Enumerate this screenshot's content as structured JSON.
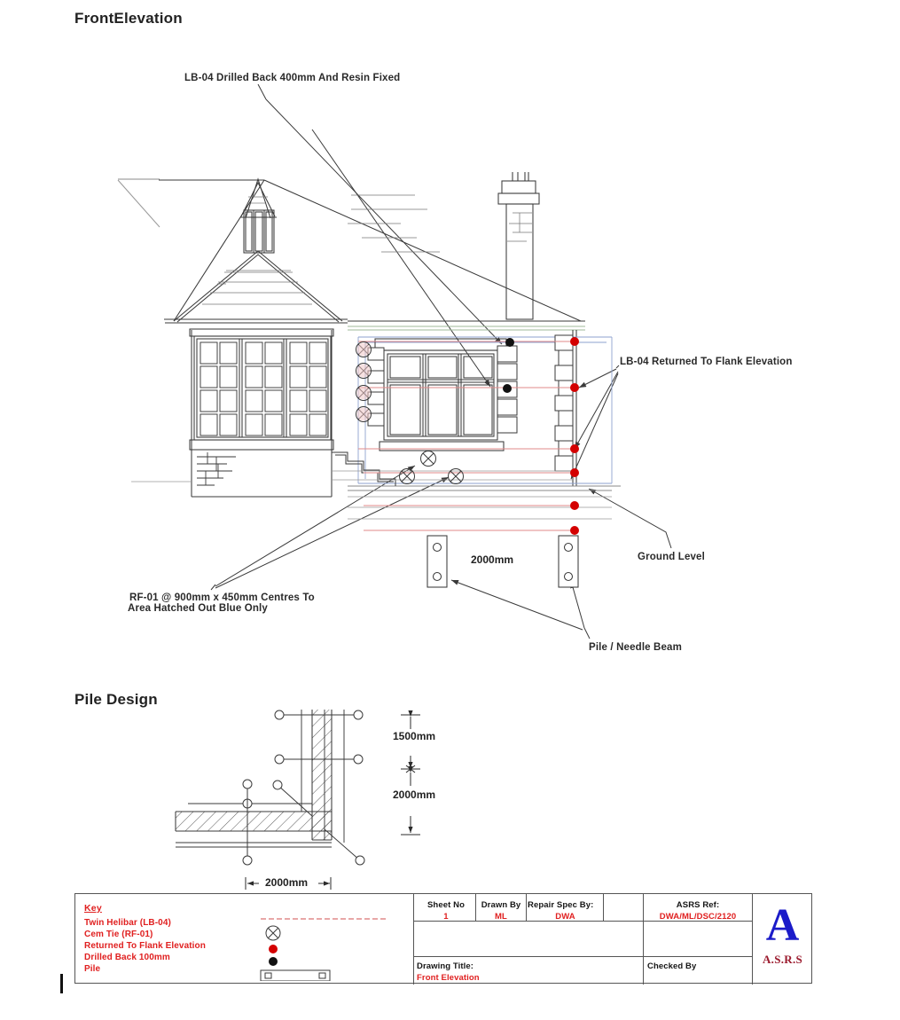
{
  "sections": {
    "front_elevation_title": "FrontElevation",
    "pile_design_title": "Pile Design"
  },
  "annotations": {
    "lb04_drilled": "LB-04 Drilled Back 400mm And Resin Fixed",
    "lb04_returned": "LB-04 Returned To Flank Elevation",
    "ground_level": "Ground Level",
    "pile_needle_beam": "Pile / Needle Beam",
    "rf01_centres_line1": "RF-01 @ 900mm x 450mm Centres To",
    "rf01_centres_line2": "Area Hatched Out Blue Only",
    "elevation_span_dim": "2000mm"
  },
  "pile_design": {
    "dim_upper": "1500mm",
    "dim_lower": "2000mm",
    "dim_width": "2000mm"
  },
  "key": {
    "title": "Key",
    "items": [
      {
        "label": "Twin Helibar (LB-04)",
        "symbol": "red-dashed-line"
      },
      {
        "label": "Cem Tie (RF-01)",
        "symbol": "crossed-circle"
      },
      {
        "label": "Returned To Flank Elevation",
        "symbol": "red-dot"
      },
      {
        "label": "Drilled Back 100mm",
        "symbol": "black-dot"
      },
      {
        "label": "Pile",
        "symbol": "pile-rectangle"
      }
    ]
  },
  "titleblock": {
    "sheet_no_label": "Sheet No",
    "sheet_no_value": "1",
    "drawn_by_label": "Drawn By",
    "drawn_by_value": "ML",
    "repair_spec_by_label": "Repair Spec By:",
    "repair_spec_by_value": "DWA",
    "asrs_ref_label": "ASRS Ref:",
    "asrs_ref_value": "DWA/ML/DSC/2120",
    "drawing_title_label": "Drawing Title:",
    "drawing_title_value": "Front Elevation",
    "checked_by_label": "Checked By",
    "checked_by_value": "",
    "logo_letter": "A",
    "logo_text": "A.S.R.S"
  },
  "colors": {
    "marker_red": "#d40000",
    "text_red": "#e02020",
    "logo_blue": "#1b1bc9",
    "logo_maroon": "#9b1b2e",
    "line_black": "#2b2b2b",
    "line_grey": "#6f6f6f",
    "hatch_blue": "#8ea2cf",
    "hatch_green": "#b9d3b0"
  }
}
